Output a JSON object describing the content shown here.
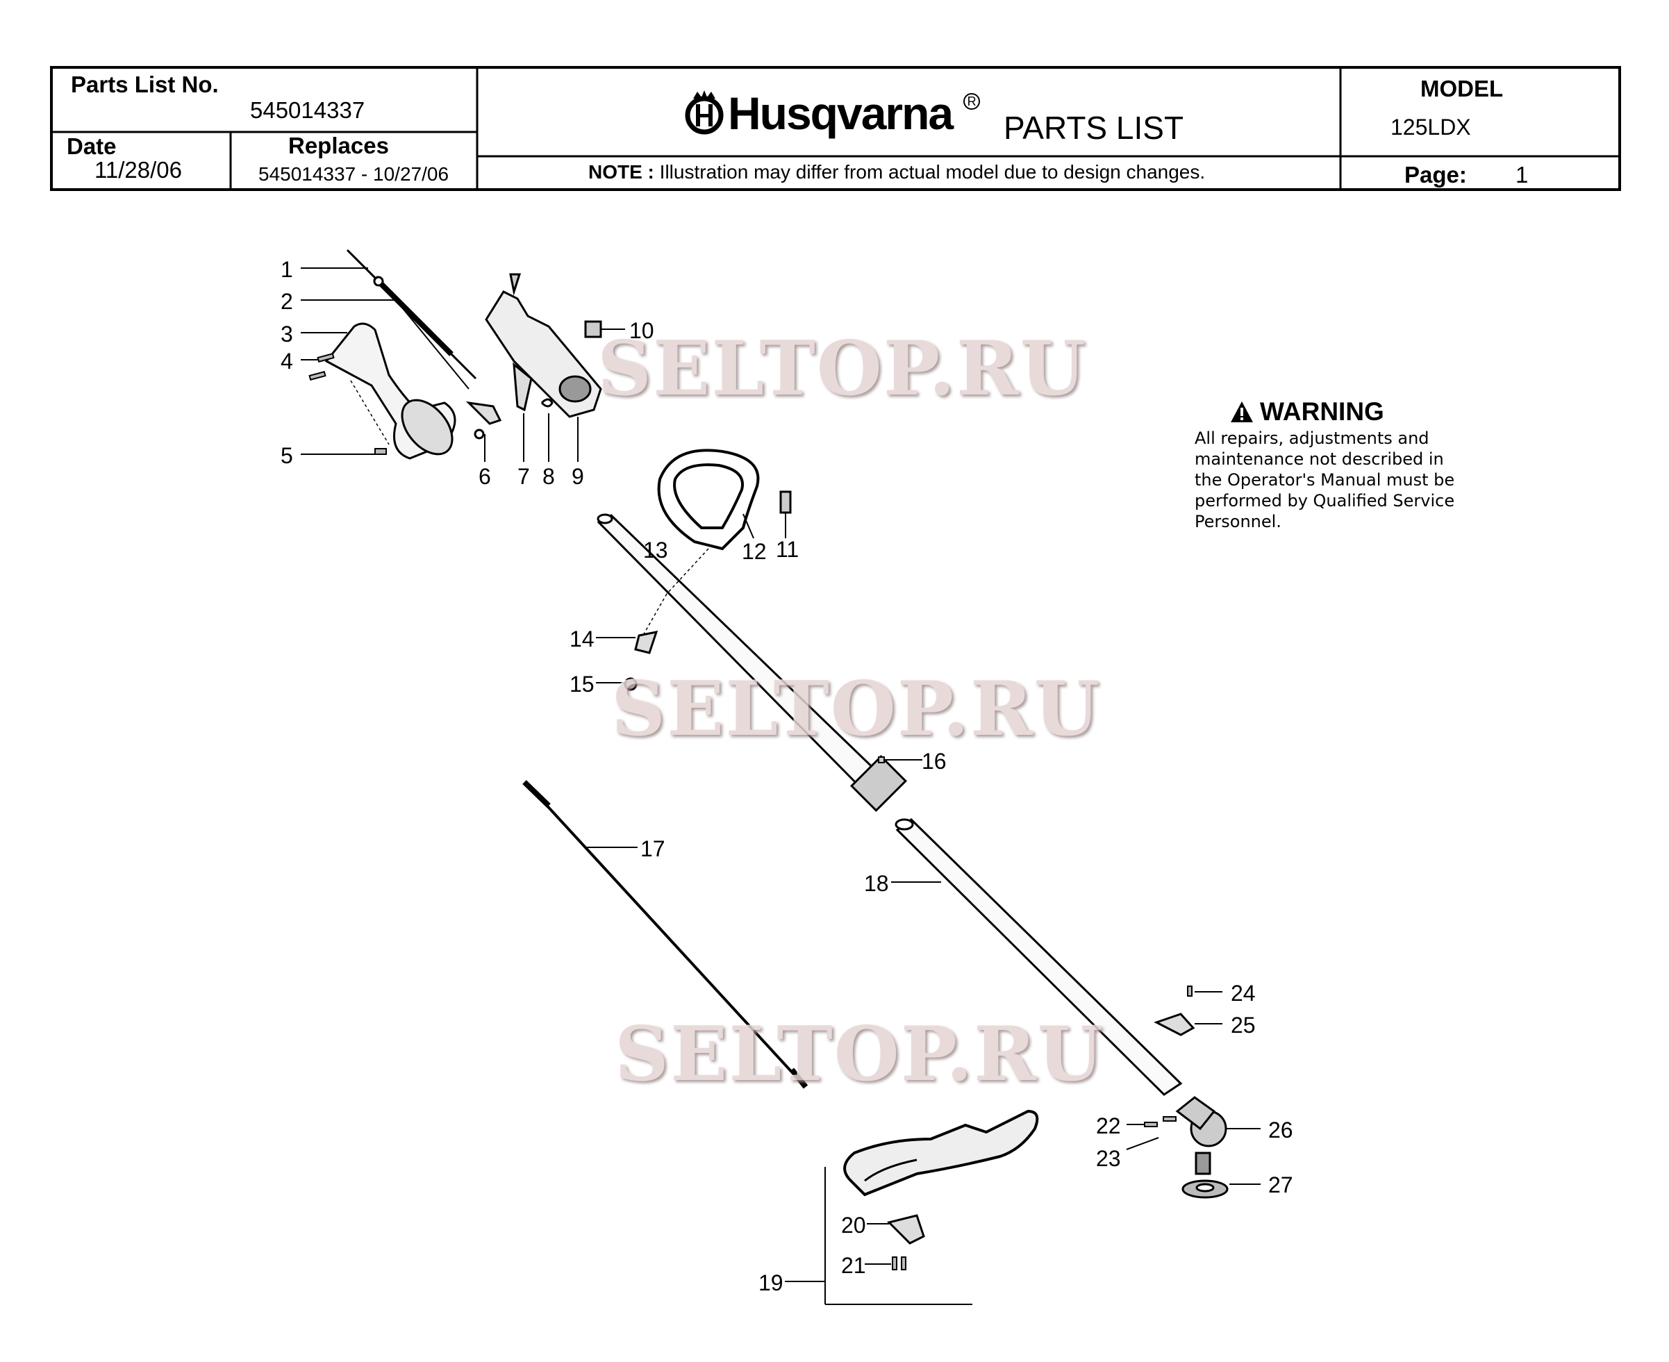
{
  "header": {
    "parts_list_no_label": "Parts List No.",
    "parts_list_no": "545014337",
    "date_label": "Date",
    "date": "11/28/06",
    "replaces_label": "Replaces",
    "replaces": "545014337 - 10/27/06",
    "brand": "Husqvarna",
    "registered_mark": "R",
    "title": "PARTS LIST",
    "note_label": "NOTE :",
    "note_text": "Illustration may differ from actual model due to design changes.",
    "model_label": "MODEL",
    "model": "125LDX",
    "page_label": "Page:",
    "page": "1"
  },
  "warning": {
    "title": "WARNING",
    "text_lines": [
      "All repairs, adjustments and",
      "maintenance not described in",
      "the Operator's Manual must be",
      "performed by Qualified Service",
      "Personnel."
    ]
  },
  "watermark": "SELTOP.RU",
  "callouts": [
    "1",
    "2",
    "3",
    "4",
    "5",
    "6",
    "7",
    "8",
    "9",
    "10",
    "11",
    "12",
    "13",
    "14",
    "15",
    "16",
    "17",
    "18",
    "19",
    "20",
    "21",
    "22",
    "23",
    "24",
    "25",
    "26",
    "27"
  ]
}
